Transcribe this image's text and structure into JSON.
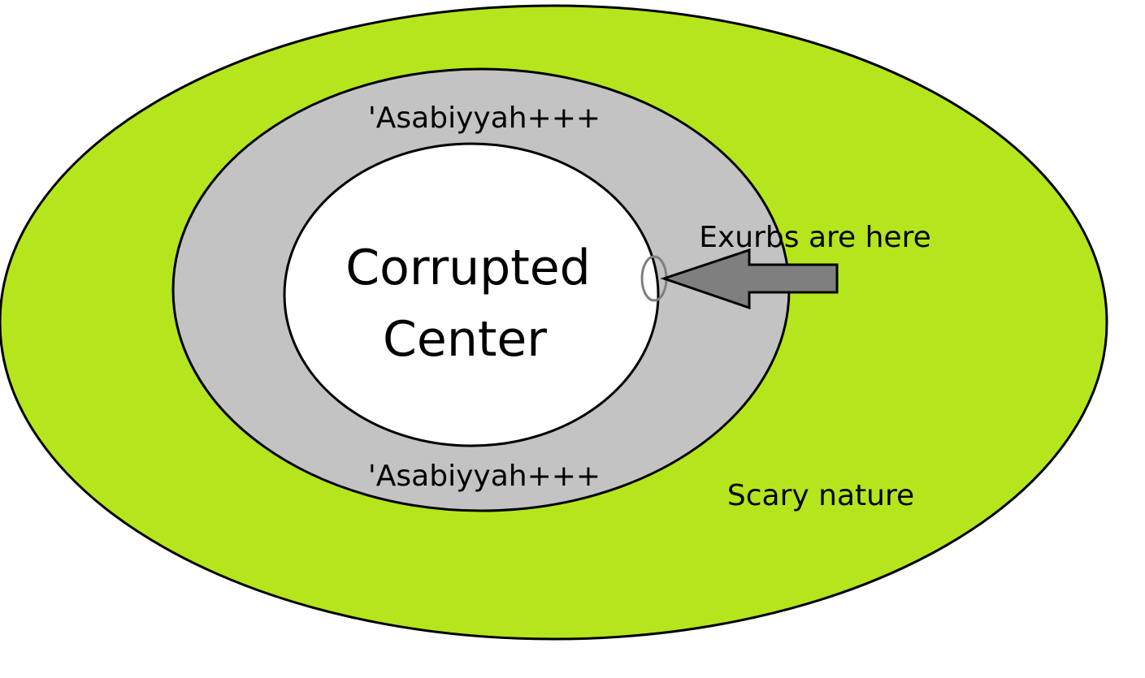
{
  "diagram": {
    "center_label_line1": "Corrupted",
    "center_label_line2": "Center",
    "ring_label_top": "'Asabiyyah+++",
    "ring_label_bottom": "'Asabiyyah+++",
    "exurbs_label": "Exurbs are here",
    "outer_label": "Scary nature"
  },
  "colors": {
    "outer_fill": "#b5e61d",
    "ring_fill": "#c3c3c3",
    "center_fill": "#ffffff",
    "arrow_fill": "#7f7f7f",
    "marker_stroke": "#7f7f7f",
    "outline": "#000000"
  }
}
